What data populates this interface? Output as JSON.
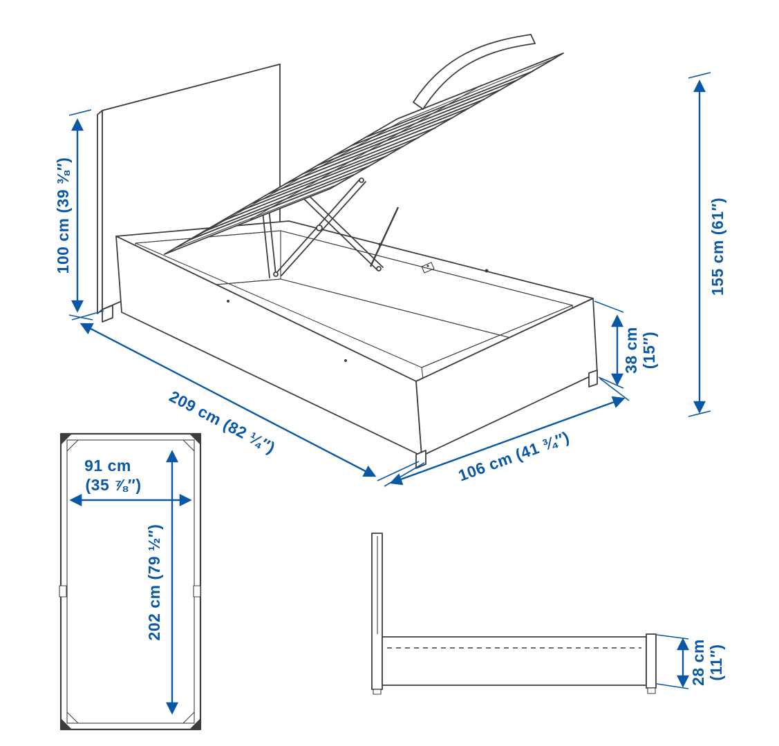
{
  "page": {
    "background": "#ffffff"
  },
  "colors": {
    "dimension": "#0a58a5",
    "line": "#3d3d3d"
  },
  "views": {
    "main": "isometric-open-storage-bed",
    "plan": "top-view",
    "profile": "side-view"
  },
  "dimensions": {
    "headboard_height": {
      "label": "100 cm (39 ⅜″)"
    },
    "open_height": {
      "label": "155 cm (61″)"
    },
    "frame_height": {
      "line1": "38 cm",
      "line2": "(15″)"
    },
    "length": {
      "label": "209 cm (82 ¼″)"
    },
    "width": {
      "label": "106 cm (41 ¾″)"
    },
    "mattress_width": {
      "line1": "91 cm",
      "line2": "(35 ⅞″)"
    },
    "mattress_length": {
      "label": "202 cm (79 ½″)"
    },
    "base_height": {
      "line1": "28 cm",
      "line2": "(11″)"
    }
  }
}
